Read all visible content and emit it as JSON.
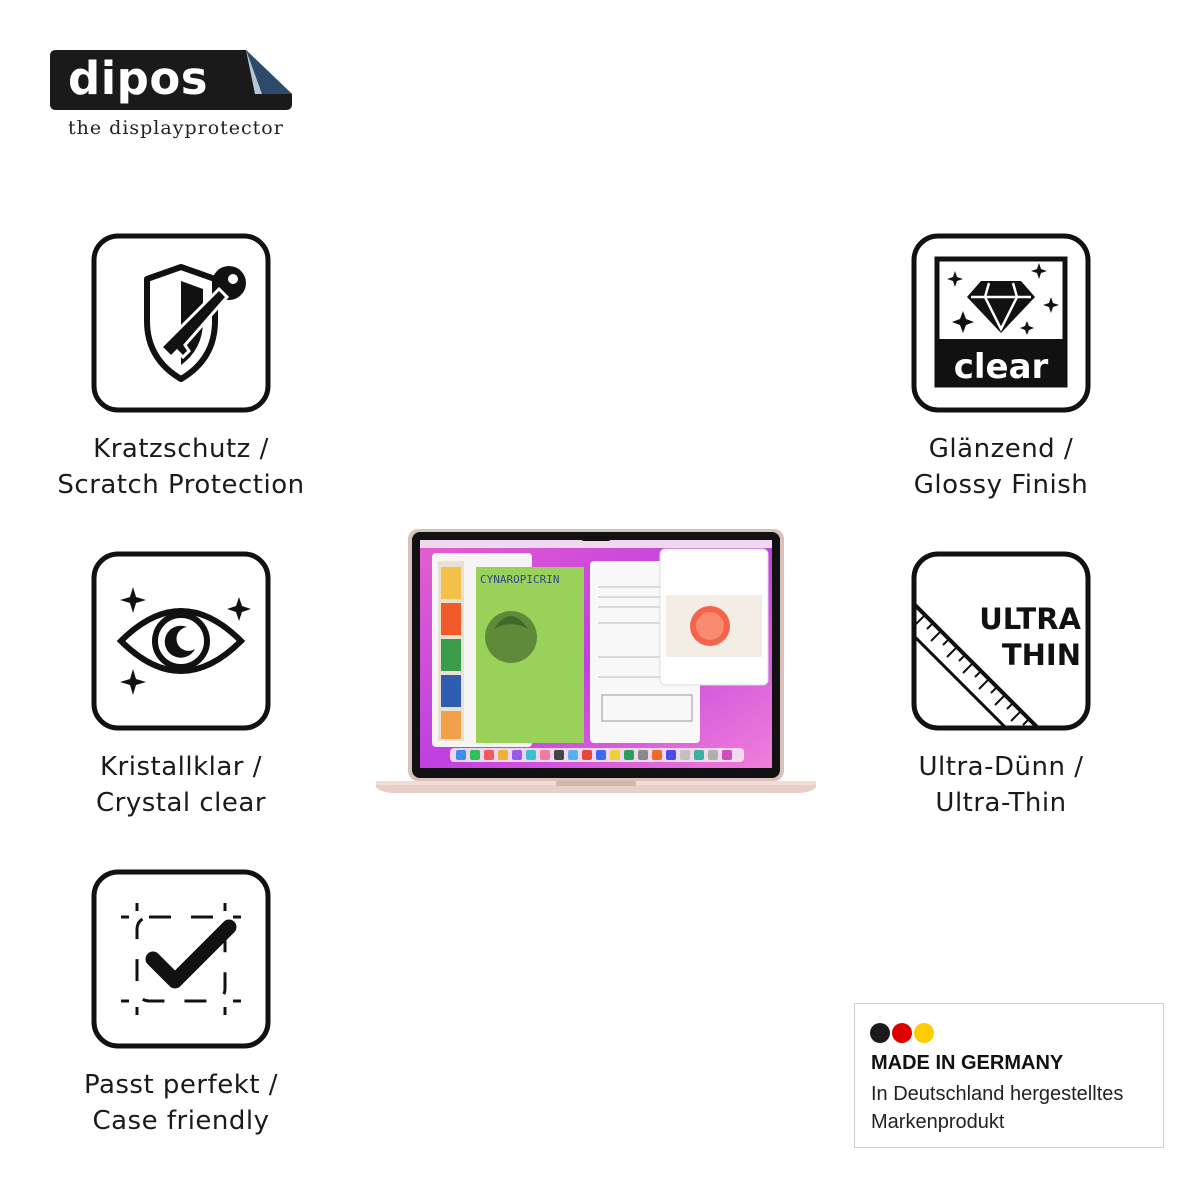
{
  "brand": {
    "name": "dipos",
    "tagline": "the displayprotector"
  },
  "features": [
    {
      "icon": "shield-key-icon",
      "line1": "Kratzschutz /",
      "line2": "Scratch Protection"
    },
    {
      "icon": "eye-sparkle-icon",
      "line1": "Kristallklar /",
      "line2": "Crystal clear"
    },
    {
      "icon": "checkmark-frame-icon",
      "line1": "Passt perfekt /",
      "line2": "Case friendly"
    },
    {
      "icon": "diamond-clear-icon",
      "line1": "Glänzend /",
      "line2": "Glossy Finish",
      "badge": "clear"
    },
    {
      "icon": "ruler-ultra-thin-icon",
      "line1": "Ultra-Dünn /",
      "line2": "Ultra-Thin",
      "badge_line1": "ULTRA",
      "badge_line2": "THIN"
    }
  ],
  "made_in": {
    "flag_colors": [
      "#1a1a1a",
      "#dd0000",
      "#ffcc00"
    ],
    "title": "MADE IN GERMANY",
    "line1": "In Deutschland hergestelltes",
    "line2": "Markenprodukt"
  },
  "product_image": {
    "icon": "laptop-image",
    "screen_heading": "CYNAROPICRIN"
  }
}
